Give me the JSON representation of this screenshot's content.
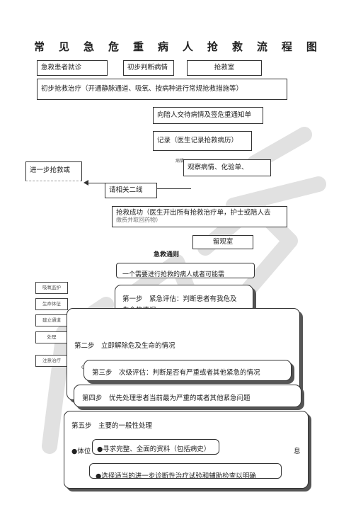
{
  "title_chars": [
    "常",
    "见",
    "急",
    "危",
    "重",
    "病",
    "人",
    "抢",
    "救",
    "流",
    "程",
    "图"
  ],
  "flow": {
    "b1": "急救患者就诊",
    "b2": "初步判断病情",
    "b3": "抢救室",
    "b4": "初步抢救治疗（开通静脉通道、吸氧、按病种进行常规抢救措施等）",
    "b5": "向陪人交待病情及签危重通知单",
    "b6": "记录（医生记录抢救病历）",
    "b6_small": "病情",
    "b7": "观察病情、化验单、",
    "b8": "进一步抢救或",
    "b9": "请相关二线",
    "b10_line1": "抢救成功（医生开出所有抢救治疗单，护士或陪人去",
    "b10_line2": "缴费并取回药物）",
    "b11": "留观室"
  },
  "section2": {
    "heading": "急救通则",
    "intro": "一个需要进行抢救的病人或者可能需",
    "side_items": [
      "吸氧监护",
      "生命体征",
      "建立通道",
      "处理",
      "注意治疗"
    ],
    "step1_line1": "第一步　紧急评估：判断患者有我危及",
    "step1_line2": "生命的情况",
    "step2": "第二步　立即解除危及生命的情况",
    "step2_small": "C",
    "step3": "第三步　次级评估：判断是否有严重或者其他紧急的情况",
    "step4": "第四步　优先处理患者当前最为严重的或者其他紧急问题",
    "step5": "第五步　主要的一般性处理",
    "step5_bullet1": "●体位",
    "step5_bullet1_end": "息",
    "step5_bullet2": "●寻求完整、全面的资料（包括病史）",
    "step5_bullet3": "●选择适当的进一步诊断性治疗试验和辅助检查以明确"
  },
  "colors": {
    "line": "#333333",
    "watermark": "#bbbbbb"
  }
}
